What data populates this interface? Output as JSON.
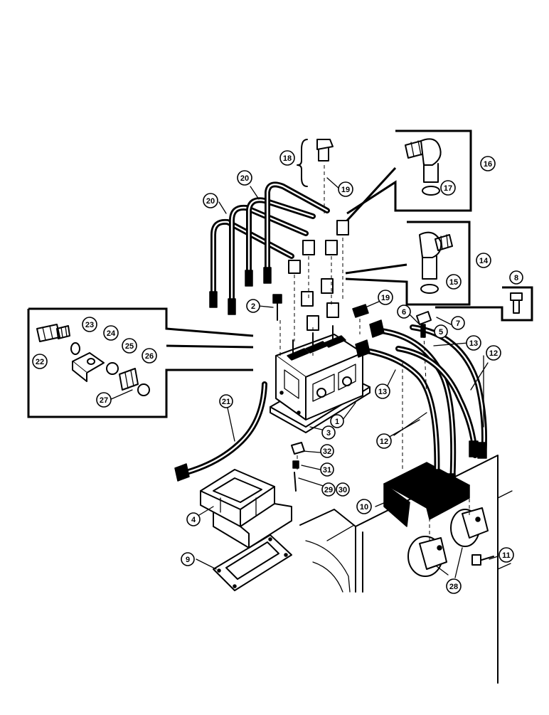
{
  "diagram": {
    "callouts": [
      {
        "id": "c1",
        "label": "1"
      },
      {
        "id": "c2",
        "label": "2"
      },
      {
        "id": "c3",
        "label": "3"
      },
      {
        "id": "c4",
        "label": "4"
      },
      {
        "id": "c5",
        "label": "5"
      },
      {
        "id": "c6",
        "label": "6"
      },
      {
        "id": "c7",
        "label": "7"
      },
      {
        "id": "c8",
        "label": "8"
      },
      {
        "id": "c9",
        "label": "9"
      },
      {
        "id": "c10",
        "label": "10"
      },
      {
        "id": "c11",
        "label": "11"
      },
      {
        "id": "c12a",
        "label": "12"
      },
      {
        "id": "c12b",
        "label": "12"
      },
      {
        "id": "c13a",
        "label": "13"
      },
      {
        "id": "c13b",
        "label": "13"
      },
      {
        "id": "c14",
        "label": "14"
      },
      {
        "id": "c15",
        "label": "15"
      },
      {
        "id": "c16",
        "label": "16"
      },
      {
        "id": "c17",
        "label": "17"
      },
      {
        "id": "c18",
        "label": "18"
      },
      {
        "id": "c19a",
        "label": "19"
      },
      {
        "id": "c19b",
        "label": "19"
      },
      {
        "id": "c20a",
        "label": "20"
      },
      {
        "id": "c20b",
        "label": "20"
      },
      {
        "id": "c21",
        "label": "21"
      },
      {
        "id": "c22",
        "label": "22"
      },
      {
        "id": "c23",
        "label": "23"
      },
      {
        "id": "c24",
        "label": "24"
      },
      {
        "id": "c25",
        "label": "25"
      },
      {
        "id": "c26",
        "label": "26"
      },
      {
        "id": "c27",
        "label": "27"
      },
      {
        "id": "c28",
        "label": "28"
      },
      {
        "id": "c29",
        "label": "29"
      },
      {
        "id": "c30",
        "label": "30"
      },
      {
        "id": "c31",
        "label": "31"
      },
      {
        "id": "c32",
        "label": "32"
      }
    ]
  }
}
